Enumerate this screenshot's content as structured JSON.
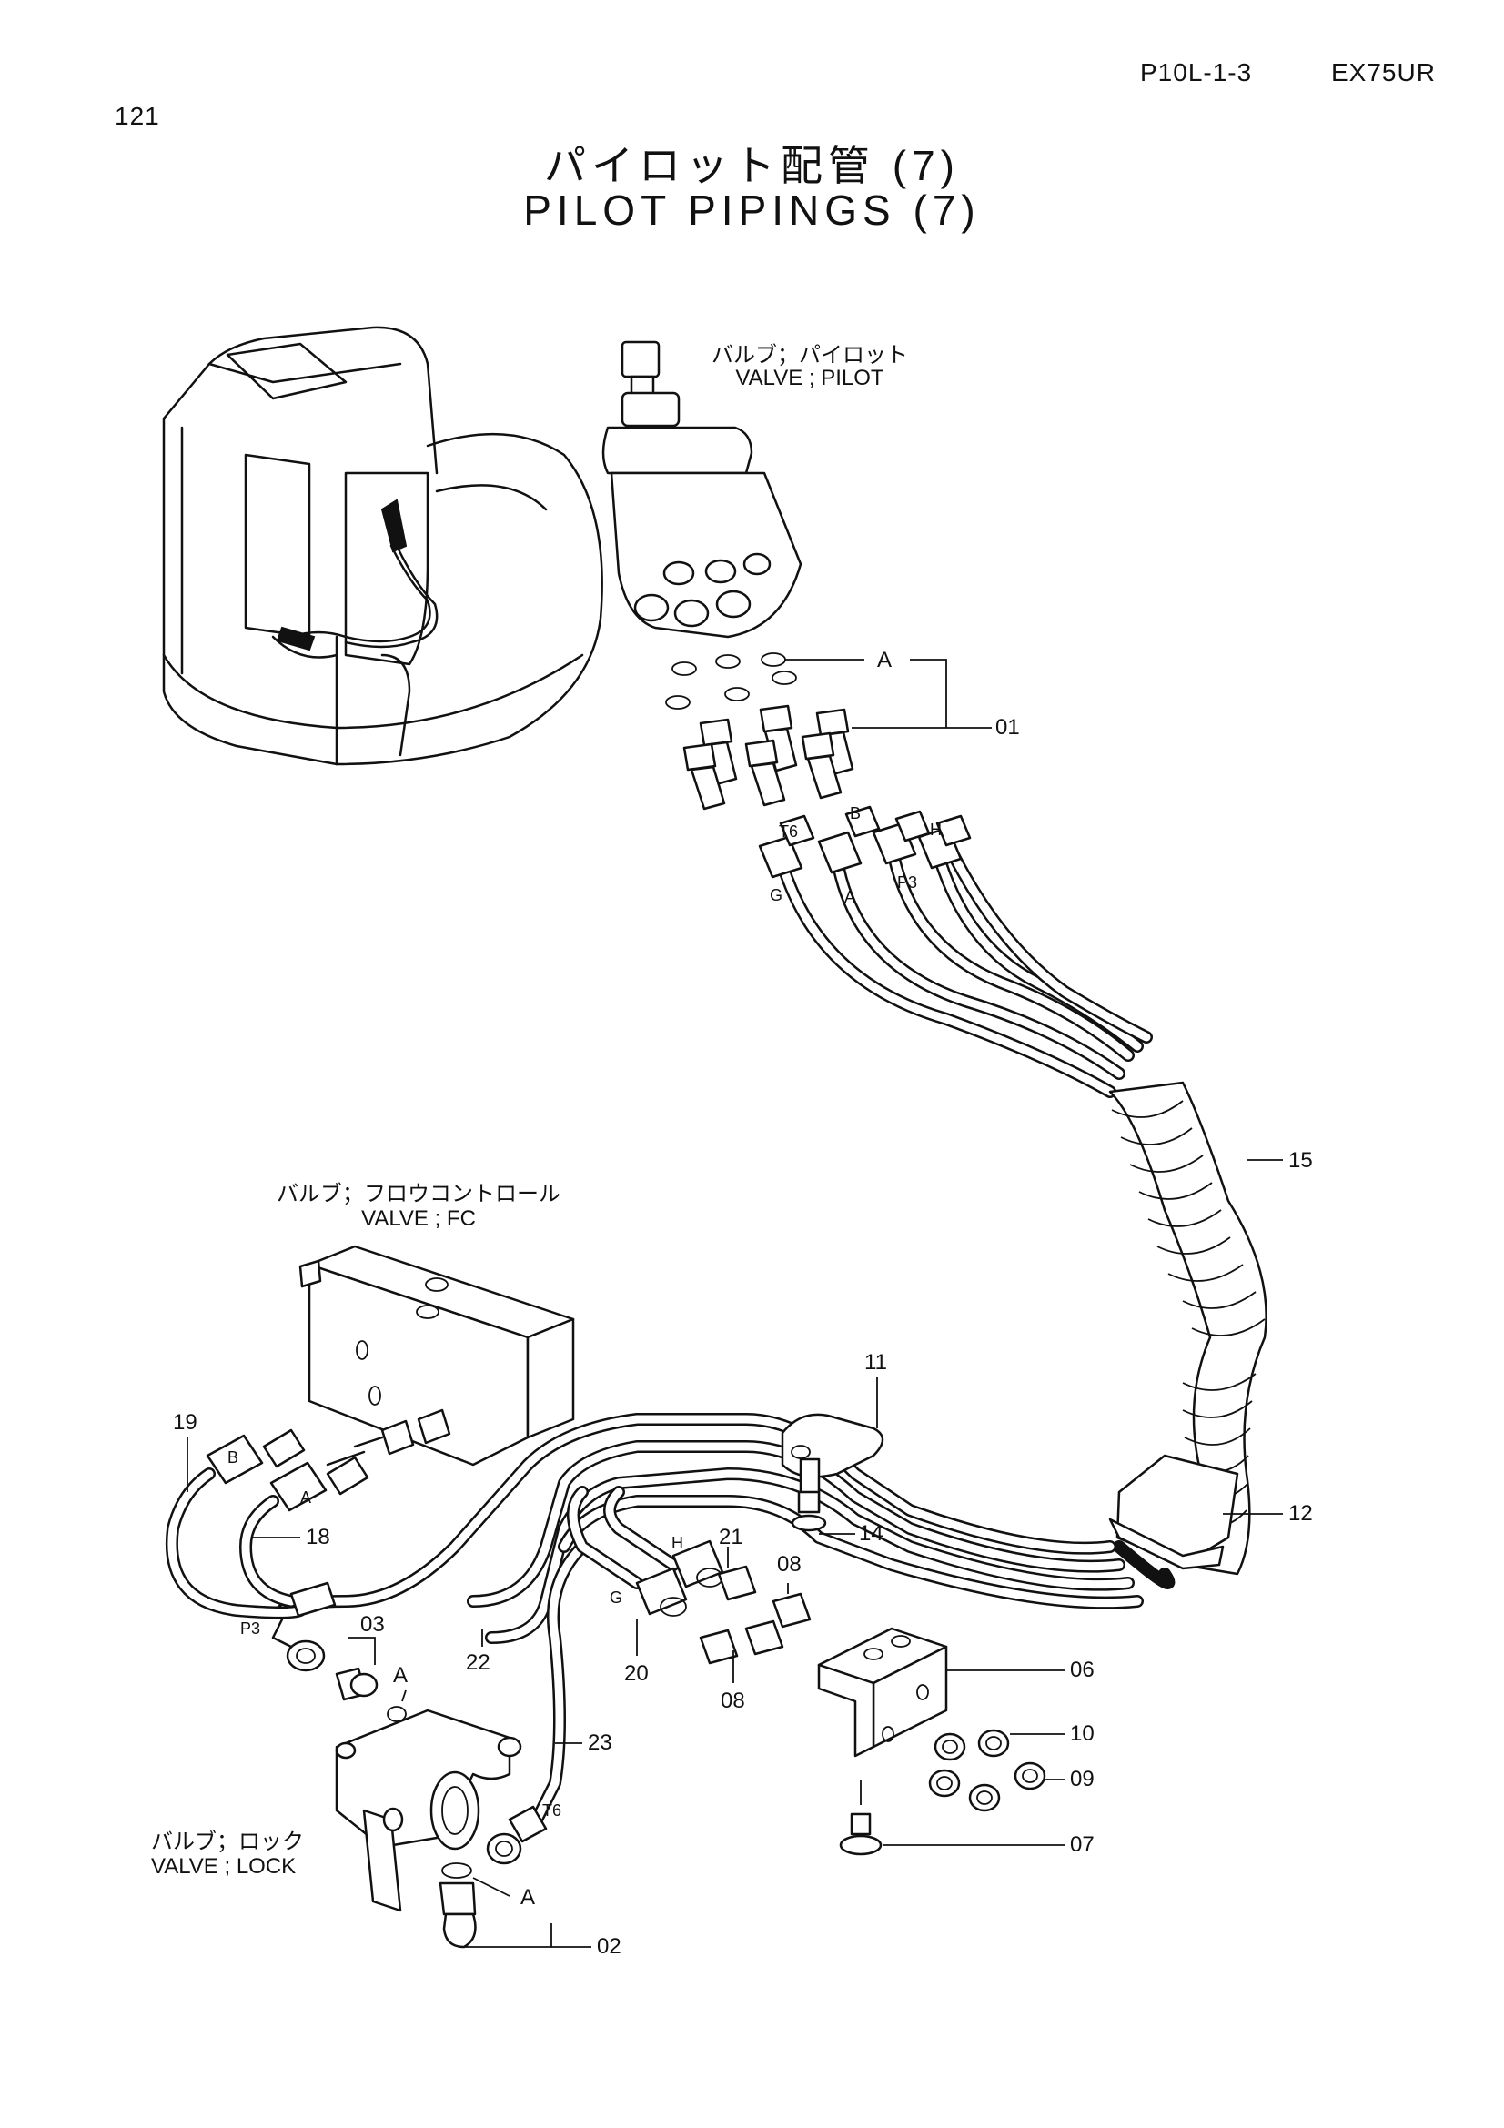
{
  "header": {
    "page_code": "P10L-1-3",
    "model": "EX75UR",
    "page_number": "121"
  },
  "title": {
    "japanese": "パイロット配管 (7)",
    "english": "PILOT PIPINGS (7)"
  },
  "components": {
    "pilot_valve": {
      "jp": "バルブ；パイロット",
      "en": "VALVE ; PILOT"
    },
    "fc_valve": {
      "jp": "バルブ；フロウコントロール",
      "en": "VALVE ; FC"
    },
    "lock_valve": {
      "jp": "バルブ；ロック",
      "en": "VALVE ; LOCK"
    }
  },
  "part_numbers": {
    "p01": "01",
    "p02": "02",
    "p03": "03",
    "p06": "06",
    "p07": "07",
    "p08a": "08",
    "p08b": "08",
    "p09": "09",
    "p10": "10",
    "p11": "11",
    "p12": "12",
    "p14": "14",
    "p15": "15",
    "p18": "18",
    "p19": "19",
    "p20": "20",
    "p21": "21",
    "p22": "22",
    "p23": "23"
  },
  "port_labels": {
    "a_top": "A",
    "a_03": "A",
    "a_02": "A",
    "t6_top": "T6",
    "b_top": "B",
    "h_top": "H",
    "g_top": "G",
    "a_port_top": "A",
    "p3_top": "P3",
    "b_fc": "B",
    "a_fc": "A",
    "h_mid": "H",
    "g_mid": "G",
    "p3_mid": "P3",
    "t6_lock": "T6"
  }
}
